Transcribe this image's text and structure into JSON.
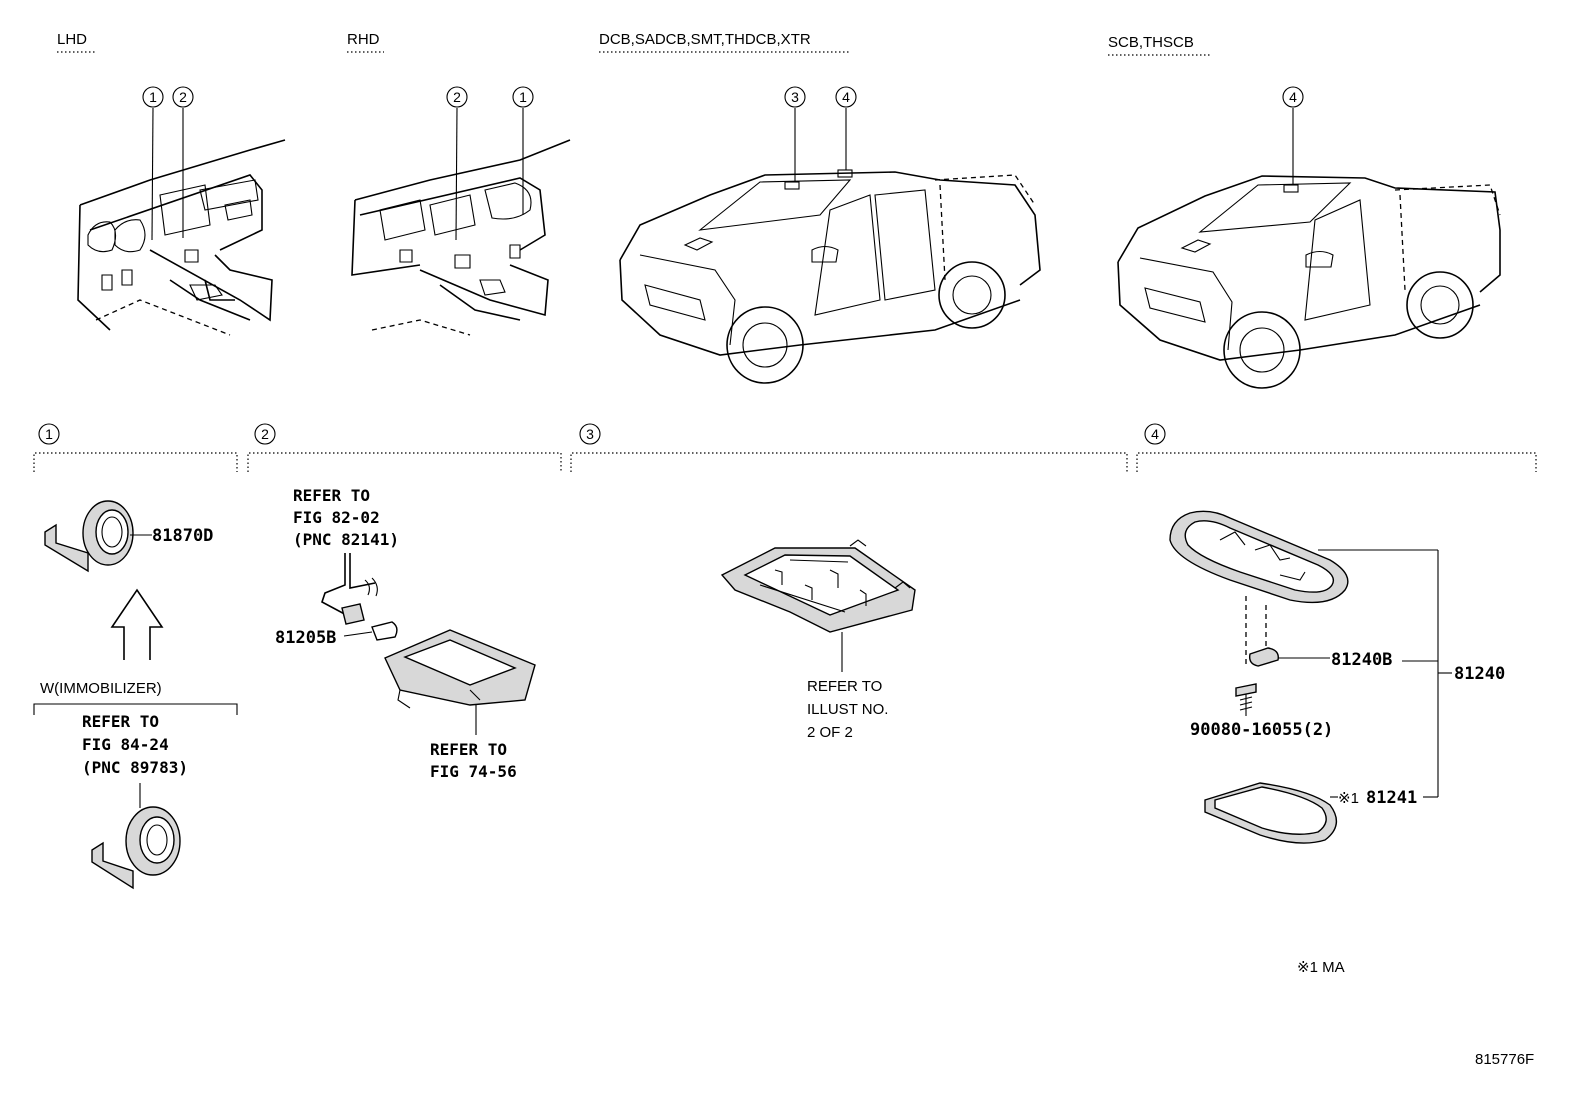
{
  "headers": {
    "lhd": "LHD",
    "rhd": "RHD",
    "dcb": "DCB,SADCB,SMT,THDCB,XTR",
    "scb": "SCB,THSCB"
  },
  "markers": {
    "m1": "1",
    "m2": "2",
    "m3": "3",
    "m4": "4"
  },
  "sections": {
    "s1": "1",
    "s2": "2",
    "s3": "3",
    "s4": "4"
  },
  "section1": {
    "part": "81870D",
    "condition": "W(IMMOBILIZER)",
    "refer_line1": "REFER TO",
    "refer_line2": "FIG 84-24",
    "refer_line3": "(PNC 89783)"
  },
  "section2": {
    "refer_top_line1": "REFER TO",
    "refer_top_line2": "FIG 82-02",
    "refer_top_line3": "(PNC 82141)",
    "part": "81205B",
    "refer_bottom_line1": "REFER TO",
    "refer_bottom_line2": "FIG 74-56"
  },
  "section3": {
    "refer_line1": "REFER TO",
    "refer_line2": "ILLUST NO.",
    "refer_line3": "2 OF 2"
  },
  "section4": {
    "part_bulb": "81240B",
    "part_assy": "81240",
    "part_screw": "90080-16055(2)",
    "part_lens_mark": "※1",
    "part_lens": "81241"
  },
  "footnote": "※1 MA",
  "illustration_id": "815776F"
}
